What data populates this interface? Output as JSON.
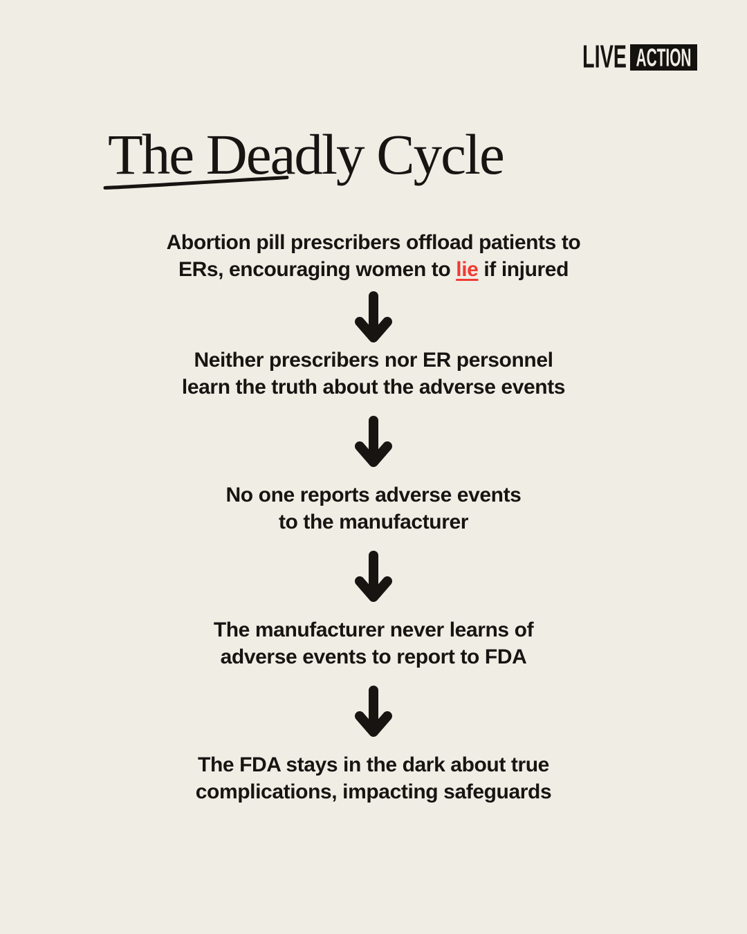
{
  "colors": {
    "background": "#f0ede5",
    "ink": "#171412",
    "accent_red": "#ef3b33",
    "logo_box": "#14120f"
  },
  "logo": {
    "live": "LIVE",
    "action": "ACTION"
  },
  "title": "The Deadly Cycle",
  "icons": {
    "step_connector": "down-arrow"
  },
  "flow": {
    "steps": [
      {
        "line1": "Abortion pill prescribers offload patients to",
        "line2_prefix": "ERs, encouraging women to ",
        "line2_highlight": "lie",
        "line2_suffix": " if injured"
      },
      {
        "line1": "Neither prescribers nor ER personnel",
        "line2": "learn the truth about the adverse events"
      },
      {
        "line1": "No one reports adverse events",
        "line2": "to the manufacturer"
      },
      {
        "line1": "The manufacturer never learns of",
        "line2": "adverse events to report to FDA"
      },
      {
        "line1": "The FDA stays in the dark about true",
        "line2": "complications, impacting safeguards"
      }
    ]
  }
}
